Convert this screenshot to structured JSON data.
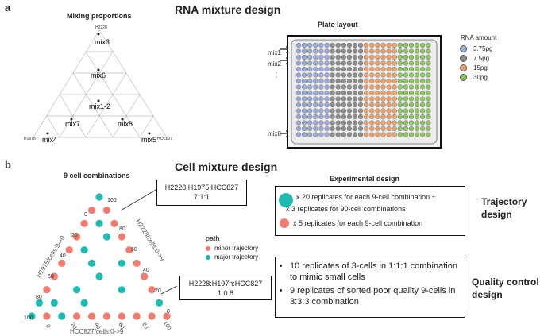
{
  "panel_a": {
    "letter": "a",
    "title": "RNA mixture design",
    "mixing": {
      "title": "Mixing proportions",
      "top_vertex": "H2228",
      "left_vertex": "H1975",
      "right_vertex": "HCC827",
      "labels": [
        "mix3",
        "mix6",
        "mix1-2",
        "mix7",
        "mix8",
        "mix4",
        "mix5"
      ]
    },
    "plate": {
      "title": "Plate layout",
      "rows": [
        "mix1",
        "mix2",
        "⋮",
        "mix8"
      ],
      "legend_title": "RNA amount",
      "legend": [
        {
          "label": "3.75pg",
          "color": "#9aa9d6"
        },
        {
          "label": "7.5pg",
          "color": "#8d8d8d"
        },
        {
          "label": "15pg",
          "color": "#e8a06c"
        },
        {
          "label": "30pg",
          "color": "#8fc465"
        }
      ]
    }
  },
  "panel_b": {
    "letter": "b",
    "title": "Cell mixture design",
    "combos": {
      "title": "9 cell combinations",
      "callout1": [
        "H2228:H1975:HCC827",
        "7:1:1"
      ],
      "callout2": [
        "H2228:H197h:HCC827",
        "1:0:8"
      ],
      "axis_left": "H1975/cells:9->0",
      "axis_right": "H2228/cells:0->9",
      "axis_bottom": "HCC827/cells:0->9",
      "ticks_left": [
        "100",
        "80",
        "60",
        "40",
        "20",
        "0"
      ],
      "ticks_right": [
        "100",
        "80",
        "60",
        "40",
        "20",
        "0"
      ],
      "ticks_bottom": [
        "0",
        "20",
        "40",
        "60",
        "80",
        "100"
      ],
      "legend_title": "path",
      "legend": [
        {
          "label": "minor trajectory",
          "color": "#f07b6e"
        },
        {
          "label": "major trajectory",
          "color": "#1fbab0"
        }
      ]
    },
    "experimental": {
      "title": "Experimental design",
      "traj_line1": "x 20 replicates for each 9-cell combination +",
      "traj_line2": "x  3 replicates for 90-cell combinations",
      "traj_line3": "x 5 replicates for each 9-cell combination",
      "traj_label": "Trajectory design",
      "qc_items": [
        "10 replicates of 3-cells in 1:1:1 combination to mimic small cells",
        "9 replicates of sorted poor quality 9-cells in 3:3:3 combination"
      ],
      "qc_label": "Quality control design"
    }
  }
}
